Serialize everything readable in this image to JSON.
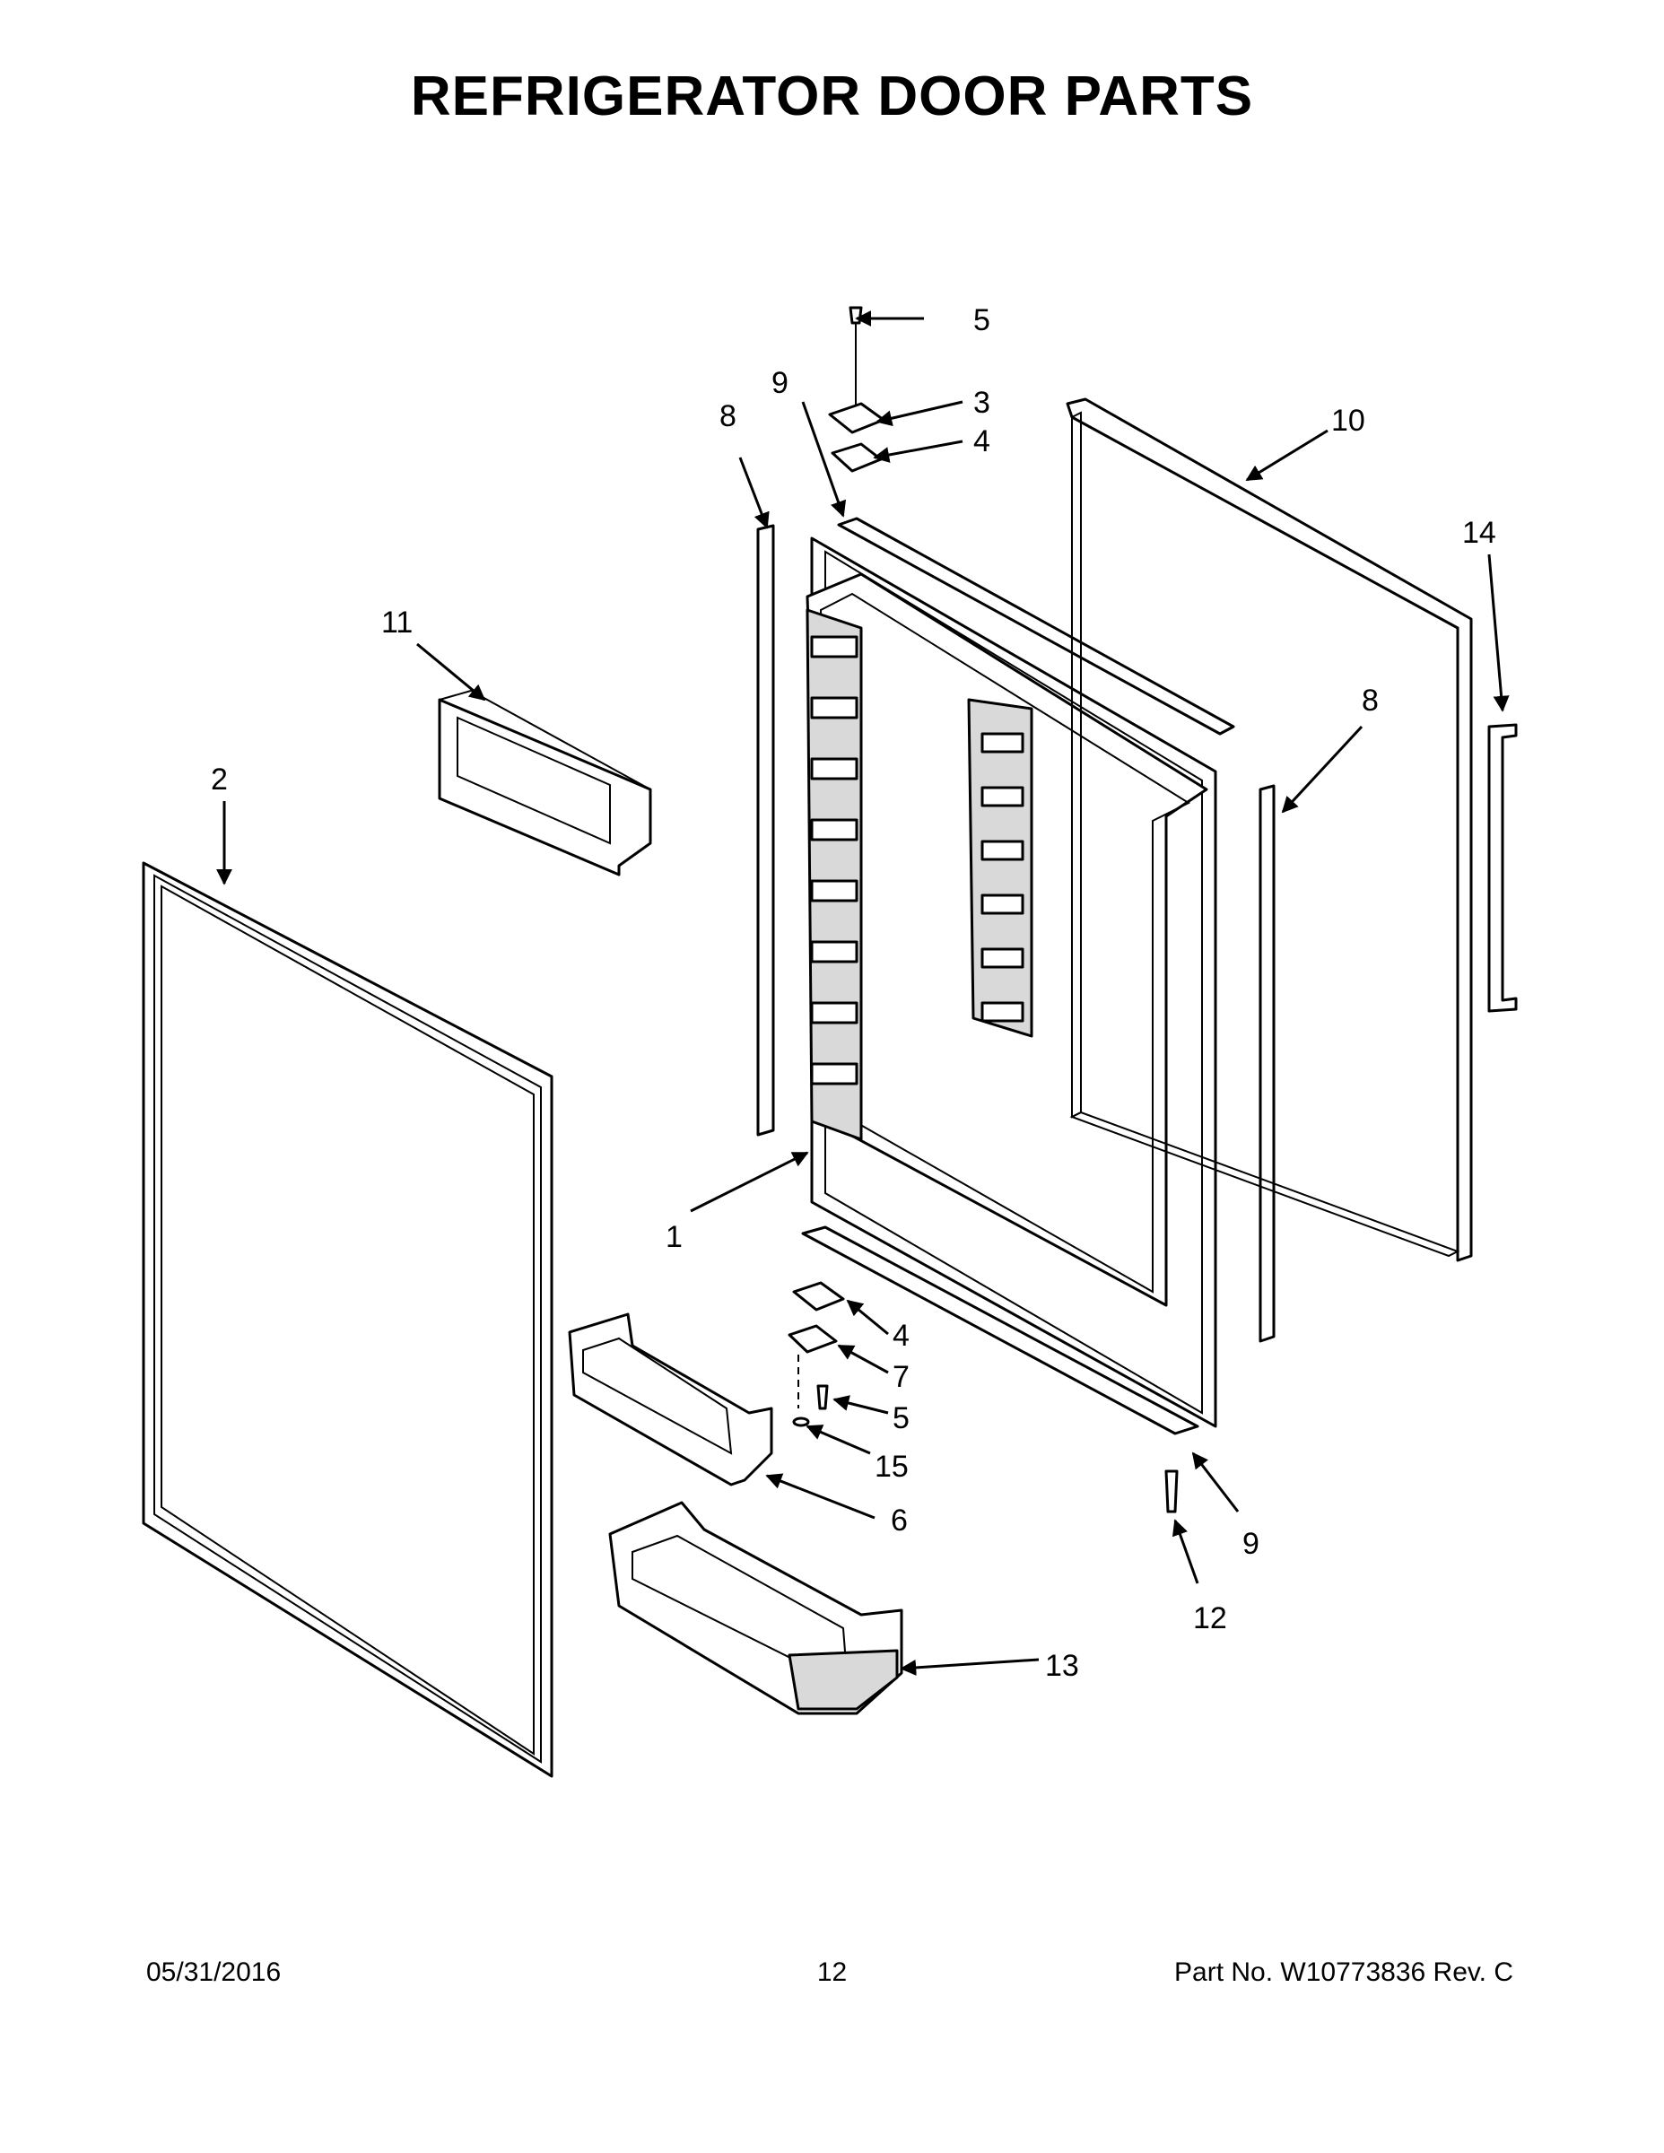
{
  "title": "REFRIGERATOR DOOR PARTS",
  "footer": {
    "date": "05/31/2016",
    "page": "12",
    "part_no": "Part No.  W10773836  Rev.  C"
  },
  "callouts": {
    "c1": "1",
    "c2": "2",
    "c3": "3",
    "c4a": "4",
    "c4b": "4",
    "c5a": "5",
    "c5b": "5",
    "c6": "6",
    "c7": "7",
    "c8a": "8",
    "c8b": "8",
    "c9a": "9",
    "c9b": "9",
    "c10": "10",
    "c11": "11",
    "c12": "12",
    "c13": "13",
    "c14": "14",
    "c15": "15"
  }
}
